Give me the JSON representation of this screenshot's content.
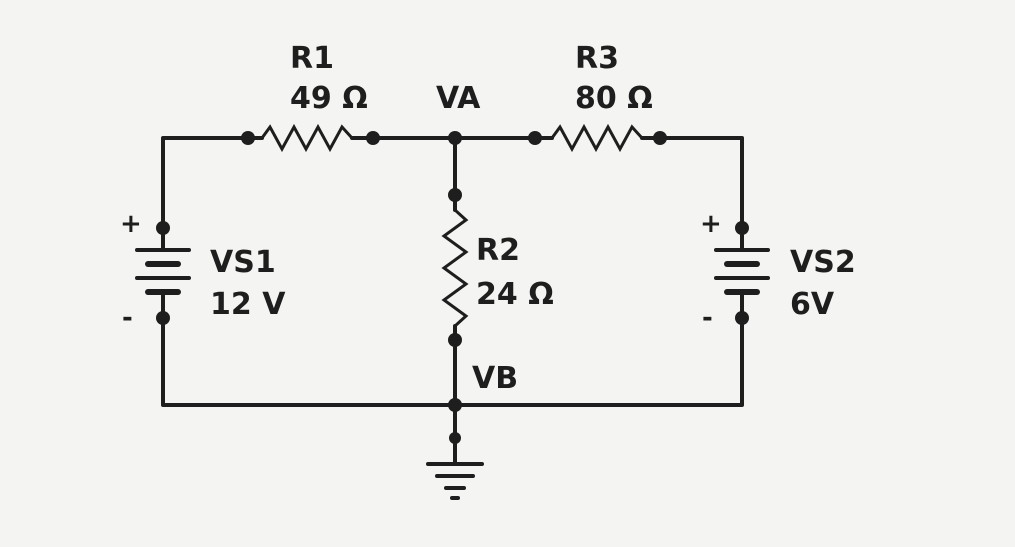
{
  "components": {
    "r1": {
      "name": "R1",
      "value": "49 Ω"
    },
    "r2": {
      "name": "R2",
      "value": "24 Ω"
    },
    "r3": {
      "name": "R3",
      "value": "80 Ω"
    },
    "vs1": {
      "name": "VS1",
      "value": "12 V",
      "plus": "+",
      "minus": "-"
    },
    "vs2": {
      "name": "VS2",
      "value": "6V",
      "plus": "+",
      "minus": "-"
    }
  },
  "nodes": {
    "va": "VA",
    "vb": "VB"
  }
}
